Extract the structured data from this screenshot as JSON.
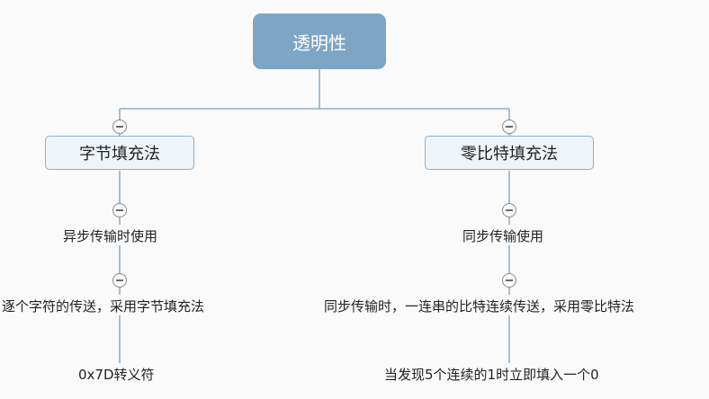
{
  "root": {
    "label": "透明性"
  },
  "branches": [
    {
      "label": "字节填充法",
      "children": [
        {
          "label": "异步传输时使用"
        },
        {
          "label": "逐个字符的传送，采用字节填充法"
        },
        {
          "label": "0x7D转义符"
        }
      ]
    },
    {
      "label": "零比特填充法",
      "children": [
        {
          "label": "同步传输使用"
        },
        {
          "label": "同步传输时，一连串的比特连续传送，采用零比特法"
        },
        {
          "label": "当发现5个连续的1时立即填入一个0"
        }
      ]
    }
  ],
  "colors": {
    "root_fill": "#7ea6c4",
    "branch_fill": "#eef4f8",
    "branch_border": "#8fb0c8",
    "connector": "#7a9fba"
  }
}
